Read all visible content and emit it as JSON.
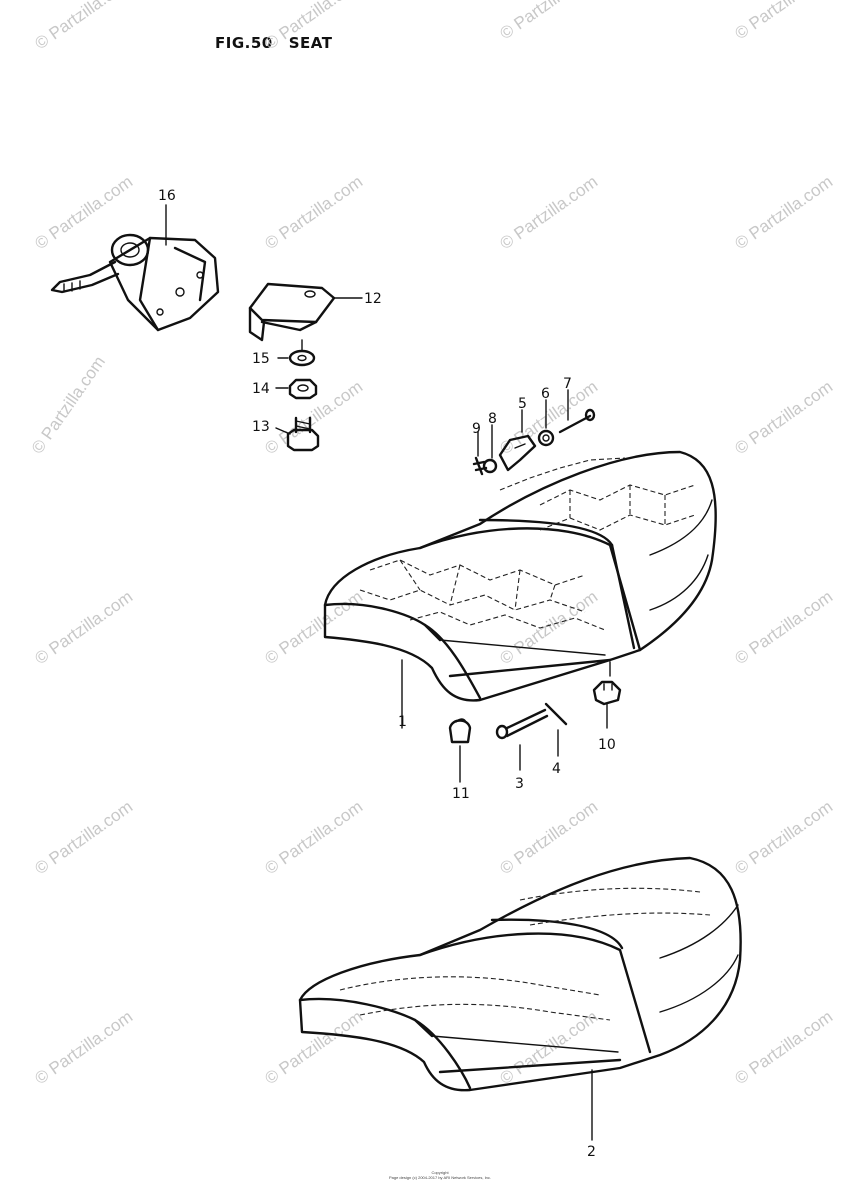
{
  "figure": {
    "fig_label": "FIG.50",
    "name": "SEAT"
  },
  "watermark": {
    "text": "© Partzilla.com",
    "color": "#c8c8c8"
  },
  "parts": [
    {
      "no": "1",
      "component": "seat-assembly"
    },
    {
      "no": "2",
      "component": "seat-assembly-alt"
    },
    {
      "no": "3",
      "component": "bolt"
    },
    {
      "no": "4",
      "component": "pin"
    },
    {
      "no": "5",
      "component": "hook-plate"
    },
    {
      "no": "6",
      "component": "spring"
    },
    {
      "no": "7",
      "component": "pin"
    },
    {
      "no": "8",
      "component": "washer"
    },
    {
      "no": "9",
      "component": "spring"
    },
    {
      "no": "10",
      "component": "cushion"
    },
    {
      "no": "11",
      "component": "nut"
    },
    {
      "no": "12",
      "component": "bracket"
    },
    {
      "no": "13",
      "component": "bolt"
    },
    {
      "no": "14",
      "component": "nut"
    },
    {
      "no": "15",
      "component": "washer"
    },
    {
      "no": "16",
      "component": "seat-lock"
    }
  ],
  "footer": {
    "line1": "Copyright",
    "line2": "Page design (c) 2004-2017 by ARI Network Services, Inc."
  }
}
